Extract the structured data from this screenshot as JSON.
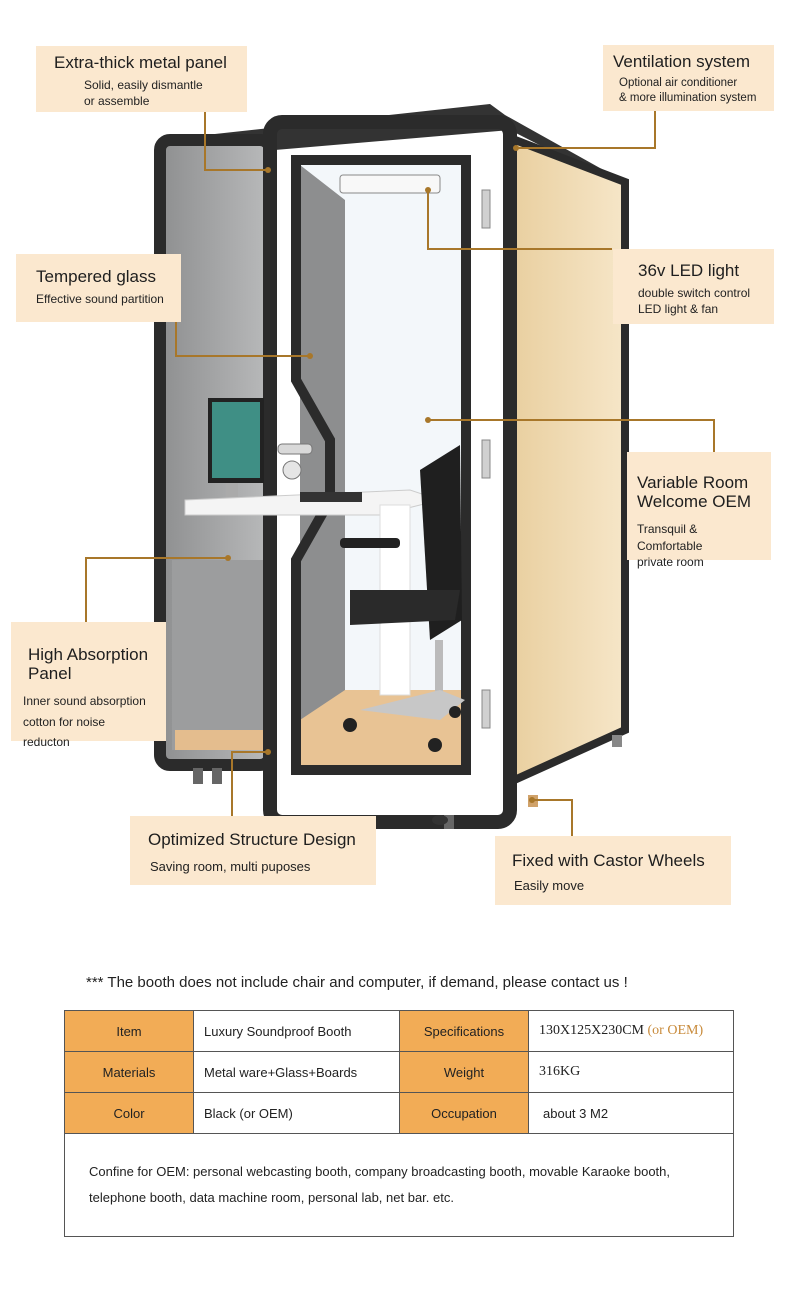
{
  "callouts": {
    "metal_panel": {
      "title": "Extra-thick metal panel",
      "sub1": "Solid, easily dismantle",
      "sub2": "or assemble"
    },
    "ventilation": {
      "title": "Ventilation system",
      "sub1": "Optional air conditioner",
      "sub2": "& more illumination system"
    },
    "tempered_glass": {
      "title": "Tempered glass",
      "sub1": "Effective sound partition"
    },
    "led_light": {
      "title": "36v LED light",
      "sub1": "double switch control",
      "sub2": "LED light & fan"
    },
    "variable_room": {
      "title1": "Variable Room",
      "title2": "Welcome OEM",
      "sub1": "Transquil & Comfortable",
      "sub2": "private room"
    },
    "absorption_panel": {
      "title1": "High Absorption",
      "title2": "Panel",
      "sub1": "Inner sound absorption",
      "sub2": "cotton for noise reducton"
    },
    "structure": {
      "title": "Optimized Structure Design",
      "sub1": "Saving room, multi puposes"
    },
    "castor": {
      "title": "Fixed with Castor Wheels",
      "sub1": "Easily move"
    }
  },
  "note": "*** The booth does not include chair and computer, if demand, please contact us !",
  "spec_table": {
    "item_label": "Item",
    "item_value": "Luxury Soundproof Booth",
    "spec_label": "Specifications",
    "spec_value": "130X125X230CM",
    "spec_value_oem": " (or OEM)",
    "materials_label": "Materials",
    "materials_value": "Metal ware+Glass+Boards",
    "weight_label": "Weight",
    "weight_value": "316KG",
    "color_label": "Color",
    "color_value": "Black (or OEM)",
    "occupation_label": "Occupation",
    "occupation_value": "about 3 M2",
    "oem_line1": "Confine for OEM: personal webcasting booth, company broadcasting booth, movable Karaoke booth,",
    "oem_line2": "telephone booth, data machine room, personal lab, net bar. etc."
  },
  "colors": {
    "callout_bg": "#fbe8cf",
    "table_key_bg": "#f2ac56",
    "connector": "#a8772a",
    "frame": "#2b2b2b",
    "wood": "#f2dcb8"
  }
}
